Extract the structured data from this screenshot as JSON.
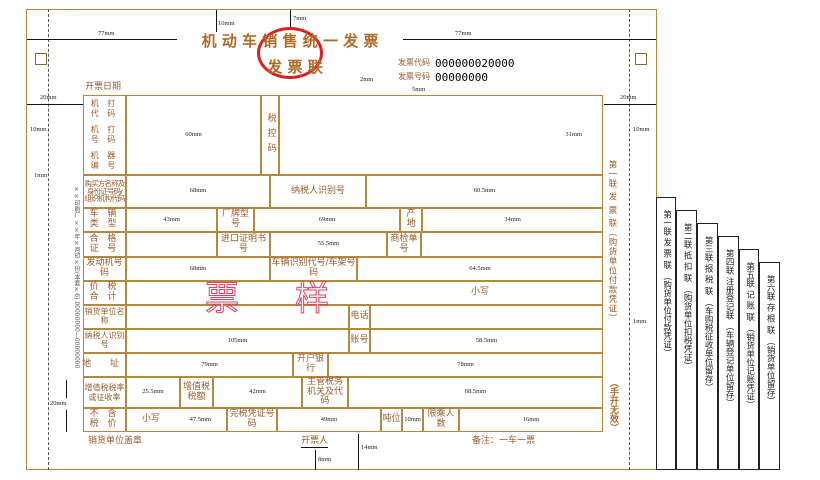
{
  "header": {
    "title": "机 动 车 销 售 统 一 发 票",
    "subtitle": "发 票 联",
    "invoice_code_label": "发票代码",
    "invoice_code": "000000020000",
    "invoice_no_label": "发票号码",
    "invoice_no": "00000000",
    "date_label": "开票日期"
  },
  "rows": {
    "machine": [
      "机 打 代 码",
      "机 打 号 码",
      "机 器 编 号"
    ],
    "tax_control": "税控码",
    "buyer": "购买方名称及身份证号码/组织机构代码",
    "buyer_taxid": "纳税人识别号",
    "vehicle_type": "车 辆 类 型",
    "brand": "厂牌型号",
    "origin": "产 地",
    "cert": "合 格 证 号",
    "import_cert": "进口证明书号",
    "inspection": "商检单号",
    "engine": "发动机号码",
    "vin": "车辆识别代号/车架号码",
    "price_total": "价 税 合 计",
    "small": "小写",
    "seller": "销货单位名称",
    "phone": "电话",
    "seller_taxid": "纳税人识别号",
    "account": "账号",
    "address": "地 址",
    "bank": "开户银行",
    "vat_rate": "增值税税率或征收率",
    "vat_amount": "增值税税额",
    "tax_authority": "主管税务机关及代码",
    "no_tax_price": "不 含 税 价",
    "small2": "小写",
    "tax_voucher": "完税凭证号码",
    "tonnage": "吨位",
    "seats": "限乘人数"
  },
  "footer": {
    "seal": "销货单位盖章",
    "drawer": "开票人",
    "note": "备注：一车一票"
  },
  "sample_stamp": [
    "票",
    "样"
  ],
  "side_text": "第一联 发 票 联（购货单位付款凭证）",
  "side_note": "（手开无效）",
  "printer_text": "××印刷厂 ××年×月印×份(本套×6) 00000000—00000000",
  "dims": {
    "d77a": "77mm",
    "d77b": "77mm",
    "d10": "10mm",
    "d7": "7mm",
    "d2": "2mm",
    "d5": "5mm",
    "d20a": "20mm",
    "d20b": "20mm",
    "d10a": "10mm",
    "d10b": "10mm",
    "d1a": "1mm",
    "d1b": "1mm",
    "d60": "60mm",
    "d31": "31mm",
    "d68": "68mm",
    "d605": "60.5mm",
    "d43": "43mm",
    "d69": "69mm",
    "d34": "34mm",
    "d555": "55.5mm",
    "d68b": "68mm",
    "d645": "64.5mm",
    "d105": "105mm",
    "d585": "58.5mm",
    "d79": "79mm",
    "d78": "78mm",
    "d255": "25.5mm",
    "d42": "42mm",
    "d685": "68.5mm",
    "d475": "47.5mm",
    "d49": "49mm",
    "d10c": "10mm",
    "d16": "16mm",
    "d20c": "20mm",
    "d14": "14mm",
    "d8": "8mm"
  },
  "copies": [
    {
      "name": "第一联",
      "type": "发 票 联",
      "use": "（购货单位付款凭证）"
    },
    {
      "name": "第二联",
      "type": "抵 扣 联",
      "use": "（购货单位扣税凭证）"
    },
    {
      "name": "第三联",
      "type": "报 税 联",
      "use": "（车购税征收单位留存）"
    },
    {
      "name": "第四联",
      "type": "注册登记联",
      "use": "（车辆登记单位留存）"
    },
    {
      "name": "第五联",
      "type": "记 账 联",
      "use": "（销货单位记账凭证）"
    },
    {
      "name": "第六联",
      "type": "存 根 联",
      "use": "（销货单位留存）"
    }
  ]
}
